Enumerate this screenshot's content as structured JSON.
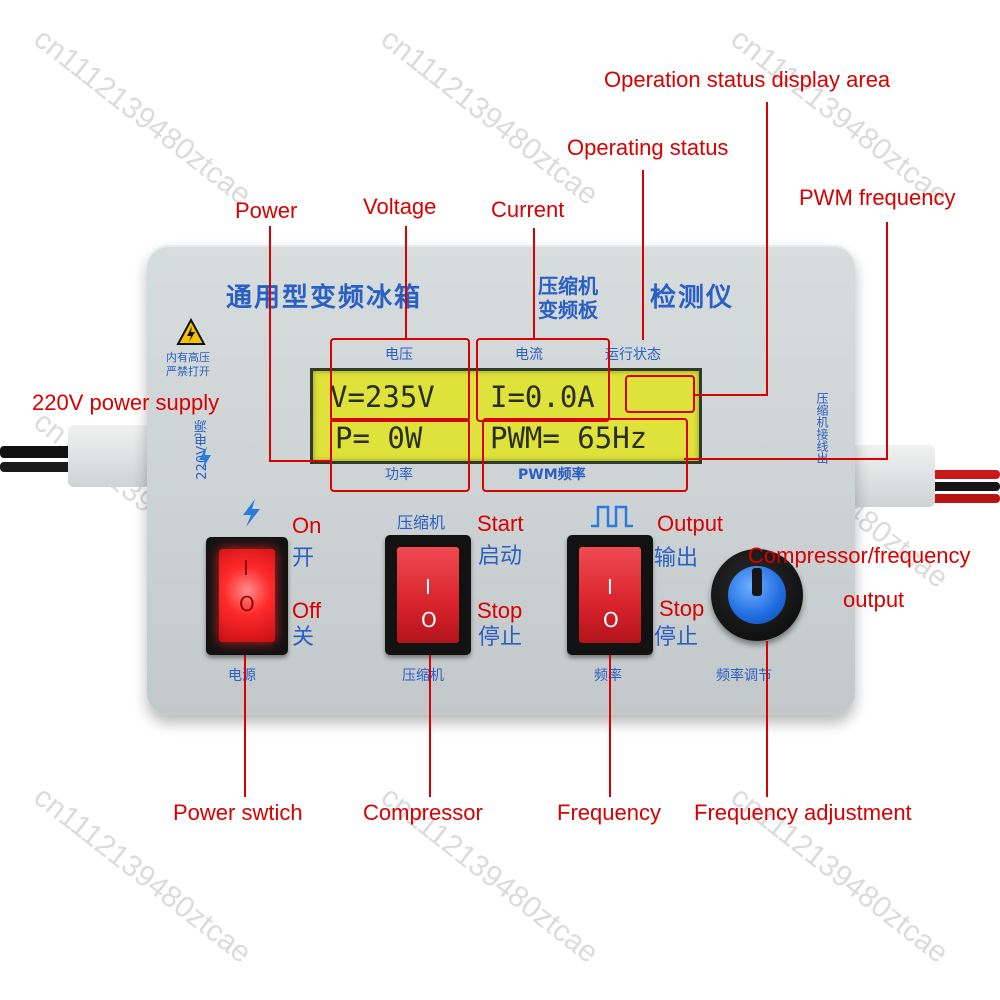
{
  "callouts": {
    "operation_status_display_area": "Operation status display area",
    "operating_status": "Operating status",
    "pwm_frequency": "PWM frequency",
    "power": "Power",
    "voltage": "Voltage",
    "current": "Current",
    "power_supply_220v": "220V power supply",
    "on": "On",
    "off": "Off",
    "start": "Start",
    "stop_compressor": "Stop",
    "output": "Output",
    "stop_frequency": "Stop",
    "compressor_frequency_output_line1": "Compressor/frequency",
    "compressor_frequency_output_line2": "output",
    "power_switch": "Power swtich",
    "compressor": "Compressor",
    "frequency": "Frequency",
    "frequency_adjustment": "Frequency adjustment"
  },
  "device": {
    "title_part1": "通用型变频冰箱",
    "title_part2_line1": "压缩机",
    "title_part2_line2": "变频板",
    "title_part3": "检测仪",
    "warning_line1": "内有高压",
    "warning_line2": "严禁打开",
    "power_label_vertical": "220V电源",
    "right_label_vertical": "压缩机接线出",
    "label_voltage": "电压",
    "label_current": "电流",
    "label_status": "运行状态",
    "label_power": "功率",
    "label_pwm": "PWM频率",
    "switch_on_cn": "开",
    "switch_off_cn": "关",
    "power_switch_cn": "电源",
    "compressor_cn": "压缩机",
    "start_cn": "启动",
    "stop_cn": "停止",
    "output_cn": "输出",
    "stop2_cn": "停止",
    "frequency_cn": "频率",
    "frequency_adjust_cn": "频率调节"
  },
  "lcd": {
    "voltage": "V=235V",
    "current": "I=0.0A",
    "power": "P=  0W",
    "pwm": "PWM= 65Hz"
  },
  "switch_marks": {
    "on": "I",
    "off": "O"
  },
  "watermark": "cn1112139480ztcae",
  "colors": {
    "callout": "#d80000",
    "device_text": "#2a5fc4",
    "lcd_bg": "#dfe23a",
    "knob": "#1e6be0"
  }
}
